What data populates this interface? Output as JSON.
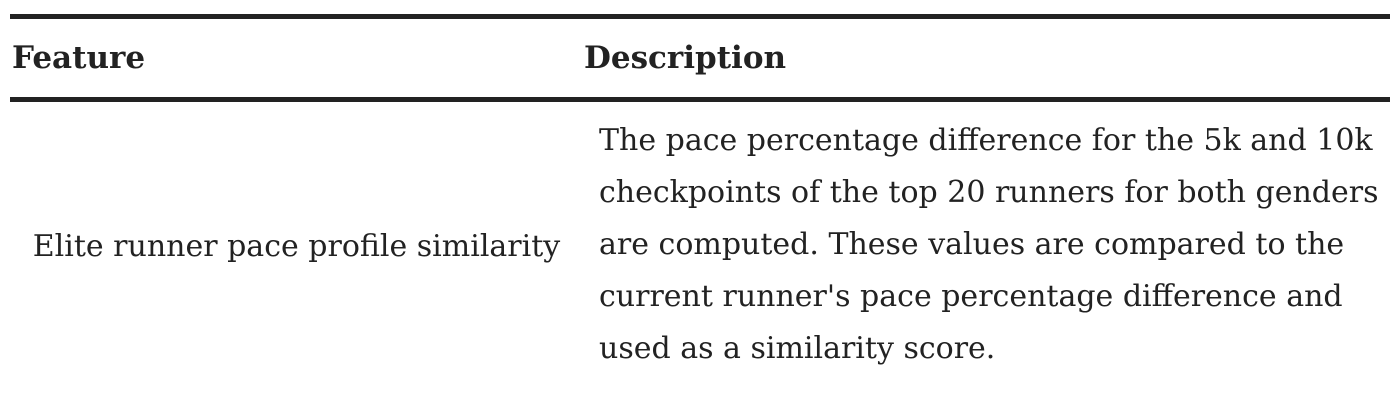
{
  "table": {
    "headers": [
      "Feature",
      "Description"
    ],
    "rows": [
      {
        "feature": "Elite runner pace profile similarity",
        "description_lines": [
          "The pace percentage difference for the 5k and 10k",
          "checkpoints of the top 20 runners for both genders",
          "are computed. These values are compared to the",
          "current runner's pace percentage difference and",
          "used as a similarity score."
        ]
      }
    ]
  }
}
